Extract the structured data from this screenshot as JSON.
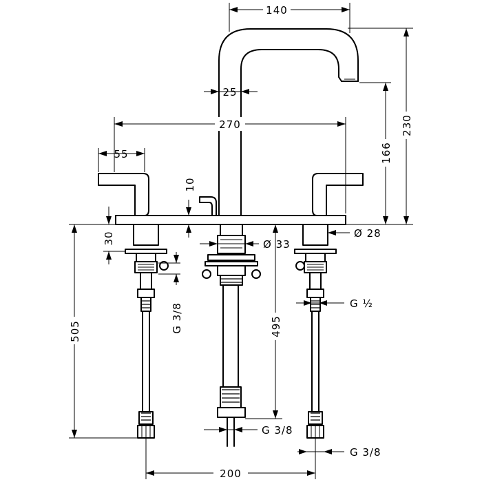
{
  "dimensions": {
    "d140": "140",
    "d25": "25",
    "d270": "270",
    "d55": "55",
    "d10": "10",
    "d230": "230",
    "d166": "166",
    "d28": "Ø 28",
    "d33": "Ø 33",
    "d30": "30",
    "d505": "505",
    "d495": "495",
    "g38_left": "G 3/8",
    "g12": "G ½",
    "g38_center": "G 3/8",
    "g38_right": "G 3/8",
    "d200": "200"
  },
  "colors": {
    "line": "#000000",
    "background": "#ffffff"
  }
}
